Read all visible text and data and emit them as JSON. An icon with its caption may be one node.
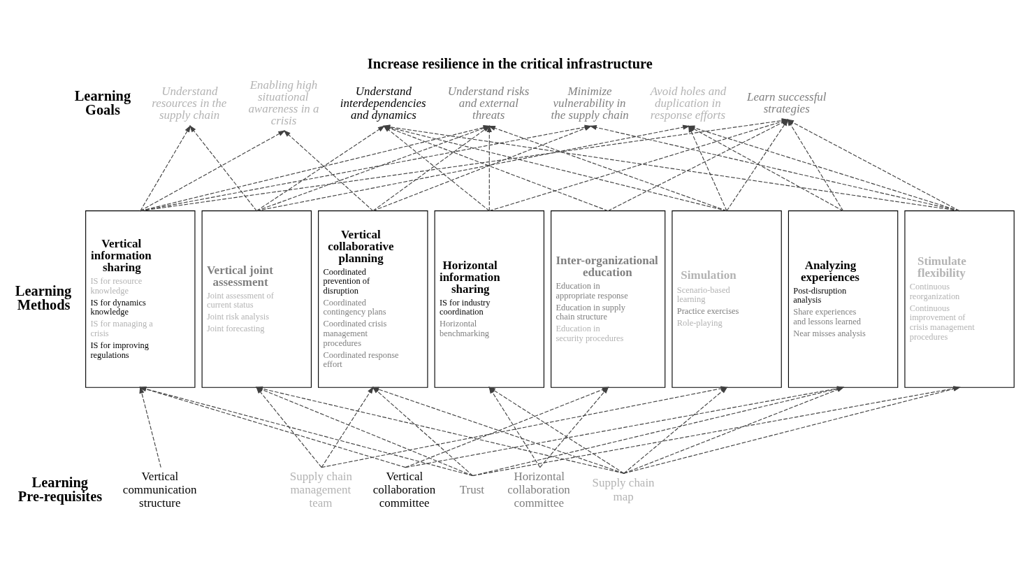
{
  "diagram": {
    "title": "Increase resilience in the critical infrastructure",
    "nodes": [
      {
        "text": [
          "Understand resources in the supply chain"
        ]
      },
      {
        "text": [
          "Enabling high situational awareness in a crisis"
        ]
      },
      {
        "text": [
          "Understand interdependencies and dynamics"
        ]
      },
      {
        "text": [
          "Understand risks and external threats"
        ]
      },
      {
        "text": [
          "Minimize vulnerability in the supply chain"
        ]
      },
      {
        "text": [
          "Avoid holes and duplication in response efforts"
        ]
      },
      {
        "text": [
          "Learn successful strategies"
        ]
      },
      {
        "text": [
          "Vertical information sharing",
          "IS for resource knowledge",
          "IS for dynamics knowledge",
          "IS for managing a crisis",
          "IS for improving regulations"
        ]
      },
      {
        "text": [
          "Vertical joint assessment",
          "Joint assessment of current status",
          "Joint risk analysis",
          "Joint forecasting"
        ]
      },
      {
        "text": [
          "Vertical collaborative planning",
          "Coordinated prevention of disruption",
          "Coordinated contingency plans",
          "Coordinated crisis management procedures",
          "Coordinated response effort"
        ]
      },
      {
        "text": [
          "Horizontal information sharing",
          "IS for industry coordination",
          "Horizontal benchmarking"
        ]
      },
      {
        "text": [
          "Inter-organizational education",
          "Education in appropriate response",
          "Education in supply chain structure",
          "Education in security procedures"
        ]
      },
      {
        "text": [
          "Simulation",
          "Scenario-based learning",
          "Practice exercises",
          "Role-playing"
        ]
      },
      {
        "text": [
          "Analyzing experiences",
          "Post-disruption analysis",
          "Share experiences and lessons learned",
          "Near misses analysis"
        ]
      },
      {
        "text": [
          "Stimulate flexibility",
          "Continuous reorganization",
          "Continuous improvement of crisis management procedures"
        ]
      },
      {
        "text": [
          "Vertical communication structure"
        ]
      },
      {
        "text": [
          "Supply chain management team"
        ]
      },
      {
        "text": [
          "Vertical collaboration committee"
        ]
      },
      {
        "text": [
          "Trust"
        ]
      },
      {
        "text": [
          "Horizontal collaboration committee"
        ]
      },
      {
        "text": [
          "Supply chain map"
        ]
      }
    ],
    "edges": [
      {
        "from": 7,
        "to": 0,
        "arrow": "to",
        "style": "dashed"
      },
      {
        "from": 7,
        "to": 1,
        "arrow": "to",
        "style": "dashed"
      },
      {
        "from": 7,
        "to": 3,
        "arrow": "to",
        "style": "dashed"
      },
      {
        "from": 7,
        "to": 4,
        "arrow": "to",
        "style": "dashed"
      },
      {
        "from": 7,
        "to": 6,
        "arrow": "to",
        "style": "dashed"
      },
      {
        "from": 8,
        "to": 0,
        "arrow": "to",
        "style": "dashed"
      },
      {
        "from": 8,
        "to": 2,
        "arrow": "to",
        "style": "dashed"
      },
      {
        "from": 8,
        "to": 3,
        "arrow": "to",
        "style": "dashed"
      },
      {
        "from": 8,
        "to": 5,
        "arrow": "to",
        "style": "dashed"
      },
      {
        "from": 9,
        "to": 1,
        "arrow": "to",
        "style": "dashed"
      },
      {
        "from": 9,
        "to": 3,
        "arrow": "to",
        "style": "dashed"
      },
      {
        "from": 9,
        "to": 4,
        "arrow": "to",
        "style": "dashed"
      },
      {
        "from": 10,
        "to": 2,
        "arrow": "to",
        "style": "dashed"
      },
      {
        "from": 10,
        "to": 3,
        "arrow": "to",
        "style": "dashed"
      },
      {
        "from": 10,
        "to": 6,
        "arrow": "to",
        "style": "dashed"
      },
      {
        "from": 11,
        "to": 2,
        "arrow": "to",
        "style": "dashed"
      },
      {
        "from": 11,
        "to": 6,
        "arrow": "to",
        "style": "dashed"
      },
      {
        "from": 12,
        "to": 2,
        "arrow": "to",
        "style": "dashed"
      },
      {
        "from": 12,
        "to": 3,
        "arrow": "to",
        "style": "dashed"
      },
      {
        "from": 12,
        "to": 5,
        "arrow": "to",
        "style": "dashed"
      },
      {
        "from": 12,
        "to": 6,
        "arrow": "to",
        "style": "dashed"
      },
      {
        "from": 13,
        "to": 5,
        "arrow": "to",
        "style": "dashed"
      },
      {
        "from": 13,
        "to": 6,
        "arrow": "to",
        "style": "dashed"
      },
      {
        "from": 14,
        "to": 2,
        "arrow": "to",
        "style": "dashed"
      },
      {
        "from": 14,
        "to": 4,
        "arrow": "to",
        "style": "dashed"
      },
      {
        "from": 14,
        "to": 5,
        "arrow": "to",
        "style": "dashed"
      },
      {
        "from": 14,
        "to": 6,
        "arrow": "to",
        "style": "dashed"
      },
      {
        "from": 15,
        "to": 7,
        "arrow": "to",
        "style": "dashed"
      },
      {
        "from": 16,
        "to": 8,
        "arrow": "to",
        "style": "dashed"
      },
      {
        "from": 16,
        "to": 9,
        "arrow": "to",
        "style": "dashed"
      },
      {
        "from": 16,
        "to": 12,
        "arrow": "to",
        "style": "dashed"
      },
      {
        "from": 17,
        "to": 7,
        "arrow": "to",
        "style": "dashed"
      },
      {
        "from": 17,
        "to": 11,
        "arrow": "to",
        "style": "dashed"
      },
      {
        "from": 17,
        "to": 13,
        "arrow": "to",
        "style": "dashed"
      },
      {
        "from": 18,
        "to": 7,
        "arrow": "to",
        "style": "dashed"
      },
      {
        "from": 18,
        "to": 8,
        "arrow": "to",
        "style": "dashed"
      },
      {
        "from": 18,
        "to": 9,
        "arrow": "to",
        "style": "dashed"
      },
      {
        "from": 18,
        "to": 13,
        "arrow": "to",
        "style": "dashed"
      },
      {
        "from": 18,
        "to": 14,
        "arrow": "to",
        "style": "dashed"
      },
      {
        "from": 19,
        "to": 10,
        "arrow": "to",
        "style": "dashed"
      },
      {
        "from": 19,
        "to": 11,
        "arrow": "to",
        "style": "dashed"
      },
      {
        "from": 20,
        "to": 8,
        "arrow": "to",
        "style": "dashed"
      },
      {
        "from": 20,
        "to": 9,
        "arrow": "to",
        "style": "dashed"
      },
      {
        "from": 20,
        "to": 10,
        "arrow": "to",
        "style": "dashed"
      },
      {
        "from": 20,
        "to": 12,
        "arrow": "to",
        "style": "dashed"
      },
      {
        "from": 20,
        "to": 13,
        "arrow": "to",
        "style": "dashed"
      },
      {
        "from": 20,
        "to": 14,
        "arrow": "to",
        "style": "dashed"
      }
    ],
    "labels": [
      "Learning Goals",
      "Learning Methods",
      "Learning Pre-requisites"
    ]
  }
}
